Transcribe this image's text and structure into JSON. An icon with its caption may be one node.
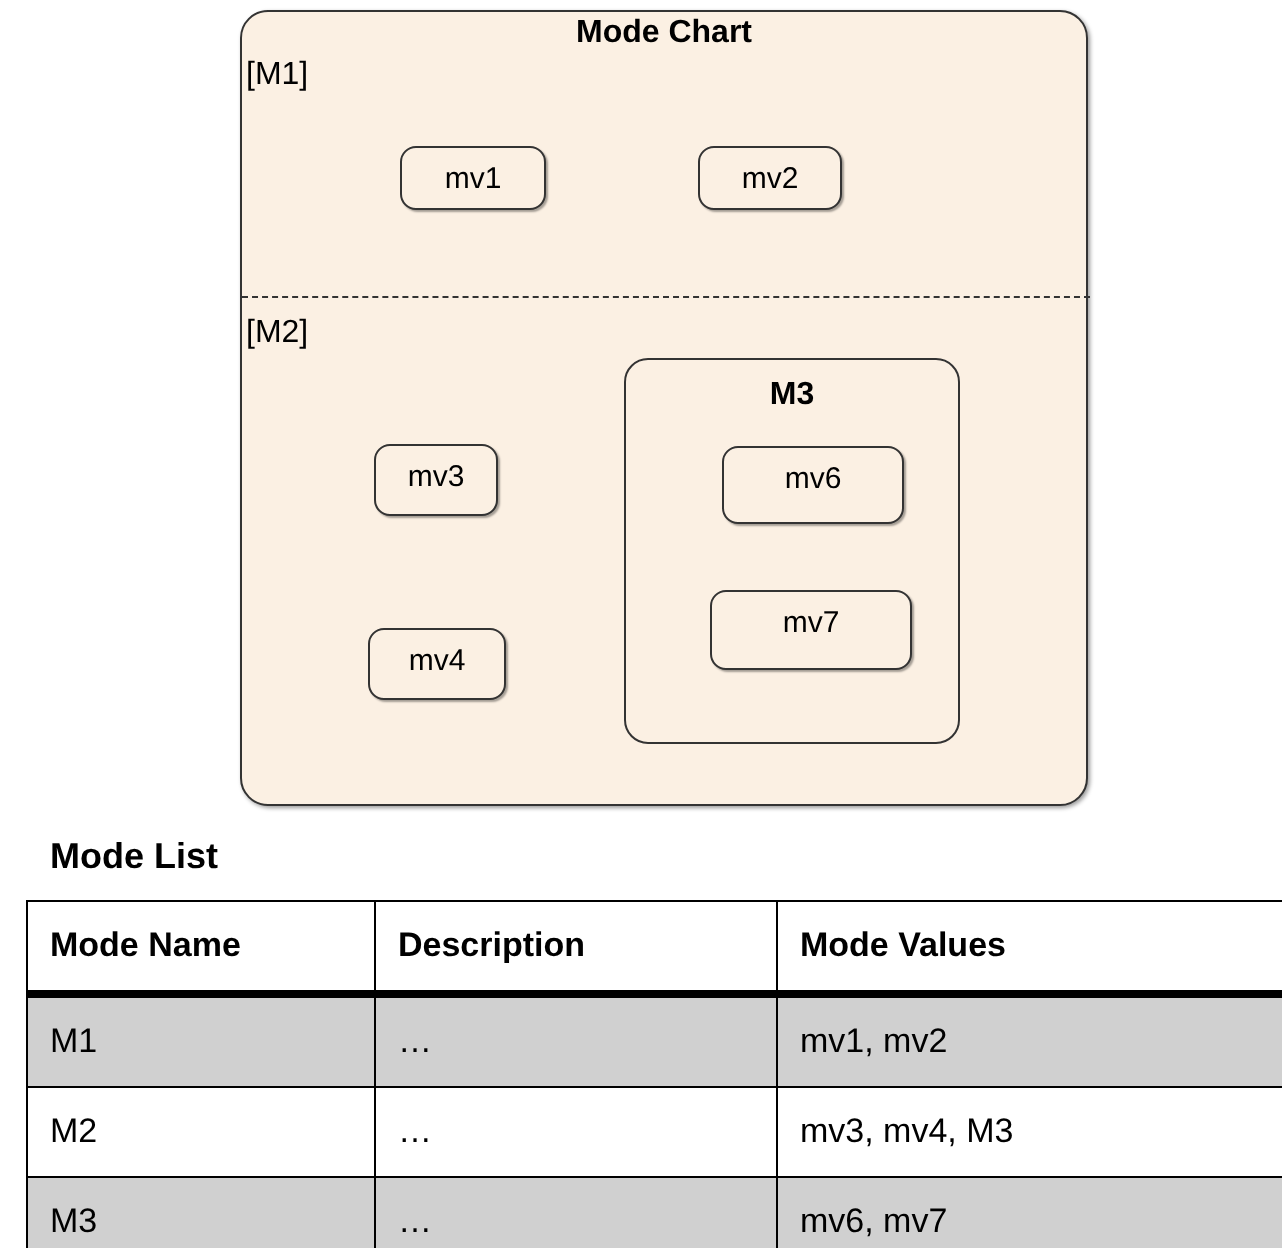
{
  "diagram": {
    "nodes": [
      {
        "text": [
          "Mode Chart"
        ]
      },
      {
        "text": [
          "[M1]"
        ],
        "in": 0
      },
      {
        "text": [
          "mv1"
        ],
        "in": 1
      },
      {
        "text": [
          "mv2"
        ],
        "in": 1
      },
      {
        "text": [
          "[M2]"
        ],
        "in": 0
      },
      {
        "text": [
          "mv3"
        ],
        "in": 4
      },
      {
        "text": [
          "mv4"
        ],
        "in": 4
      },
      {
        "text": [
          "M3"
        ],
        "in": 4
      },
      {
        "text": [
          "mv6"
        ],
        "in": 7
      },
      {
        "text": [
          "mv7"
        ],
        "in": 7
      }
    ],
    "labels": [
      "Mode List",
      "Mode Name",
      "Description",
      "Mode Values",
      "M1",
      "…",
      "mv1, mv2",
      "M2",
      "…",
      "mv3, mv4, M3",
      "M3",
      "…",
      "mv6, mv7"
    ]
  }
}
